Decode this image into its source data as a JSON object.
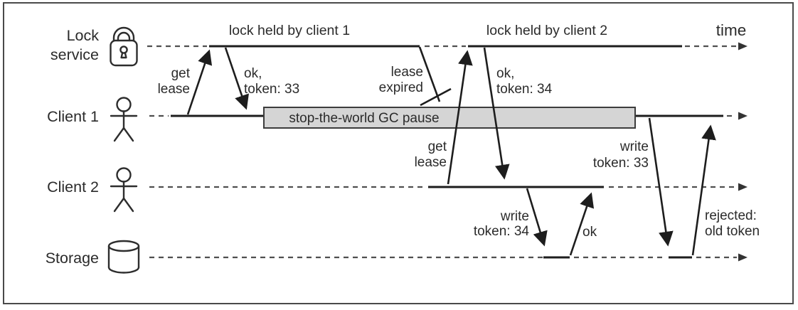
{
  "figure": {
    "time_label": "time",
    "rows": [
      {
        "id": "lock-service",
        "lines": [
          "Lock",
          "service"
        ],
        "icon": "padlock-icon"
      },
      {
        "id": "client-1",
        "lines": [
          "Client 1"
        ],
        "icon": "person-icon"
      },
      {
        "id": "client-2",
        "lines": [
          "Client 2"
        ],
        "icon": "person-icon"
      },
      {
        "id": "storage",
        "lines": [
          "Storage"
        ],
        "icon": "database-icon"
      }
    ],
    "spans": {
      "lock_held_1": "lock held by client 1",
      "lock_held_2": "lock held by client 2",
      "gc_pause": "stop-the-world GC pause"
    },
    "messages": {
      "get_lease_1": [
        "get",
        "lease"
      ],
      "ok_token_33": [
        "ok,",
        "token: 33"
      ],
      "lease_expired": [
        "lease",
        "expired"
      ],
      "get_lease_2": [
        "get",
        "lease"
      ],
      "ok_token_34": [
        "ok,",
        "token: 34"
      ],
      "write_token_34": [
        "write",
        "token: 34"
      ],
      "ok_ack": "ok",
      "write_token_33": [
        "write",
        "token: 33"
      ],
      "rejected": [
        "rejected:",
        "old token"
      ]
    },
    "colors": {
      "line": "#1d1d1d",
      "dash": "#4f4f4f",
      "text": "#2b2b2b",
      "gc_fill": "#d5d5d5",
      "gc_border": "#3c3c3c",
      "frame": "#4a4a4a"
    }
  }
}
